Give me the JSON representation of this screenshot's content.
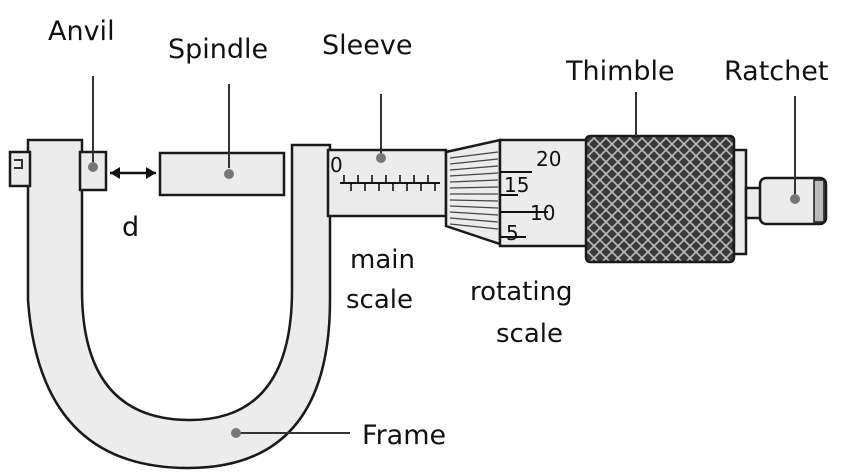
{
  "labels": {
    "anvil": "Anvil",
    "spindle": "Spindle",
    "sleeve": "Sleeve",
    "thimble": "Thimble",
    "ratchet": "Ratchet",
    "d": "d",
    "main_scale_line1": "main",
    "main_scale_line2": "scale",
    "rotating_scale_line1": "rotating",
    "rotating_scale_line2": "scale",
    "frame": "Frame"
  },
  "scales": {
    "sleeve_zero": "0",
    "rotating_20": "20",
    "rotating_15": "15",
    "rotating_10": "10",
    "rotating_5": "5"
  },
  "colors": {
    "outline": "#1a1a1a",
    "body_fill": "#ececec",
    "thimble_fill": "#3a3a3a",
    "knurl": "#bdbdbd"
  }
}
